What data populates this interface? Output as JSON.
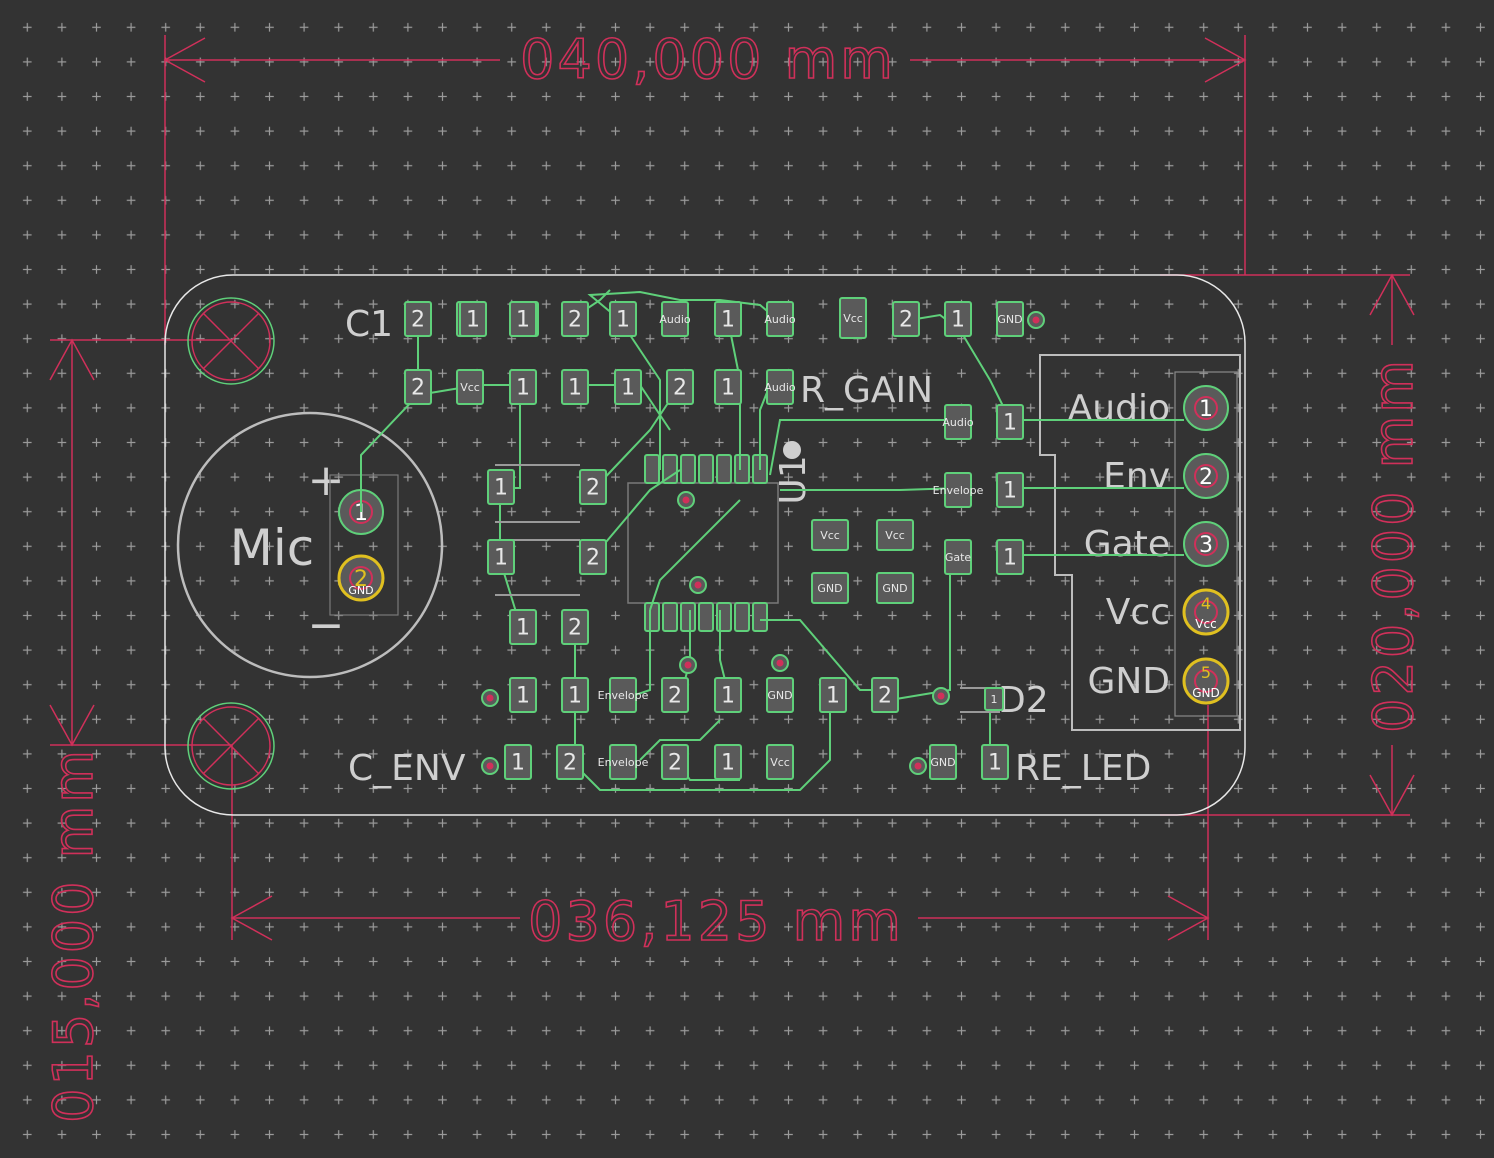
{
  "dimensions": {
    "top_width": "040,000 mm",
    "bottom_width": "036,125 mm",
    "right_height": "020,000 mm",
    "left_height": "015,000 mm"
  },
  "silkscreen": {
    "c1": "C1",
    "r_gain": "R_GAIN",
    "c_env": "C_ENV",
    "re_led": "RE_LED",
    "d2": "D2",
    "mic": "Mic",
    "u1": "U1",
    "plus": "+",
    "minus": "−"
  },
  "connector": {
    "labels": [
      "Audio",
      "Env",
      "Gate",
      "Vcc",
      "GND"
    ],
    "pin_numbers": [
      "1",
      "2",
      "3",
      "4",
      "5"
    ]
  },
  "mic_pins": {
    "pin1": "1",
    "pin2": "2",
    "gnd": "GND"
  },
  "pad_labels": {
    "pad_1": "1",
    "pad_2": "2",
    "vcc": "Vcc",
    "gnd": "GND",
    "audio": "Audio",
    "gate": "Gate",
    "envelope": "Envelope"
  },
  "colors": {
    "background": "#333333",
    "grid": "#9a9a9a",
    "dimension": "#d0305a",
    "outline": "#e0e0e0",
    "copper_outline": "#5fd07a",
    "pad_fill": "#5a5a5a",
    "silk": "#cfcfcf",
    "via_ring": "#e0c020"
  }
}
